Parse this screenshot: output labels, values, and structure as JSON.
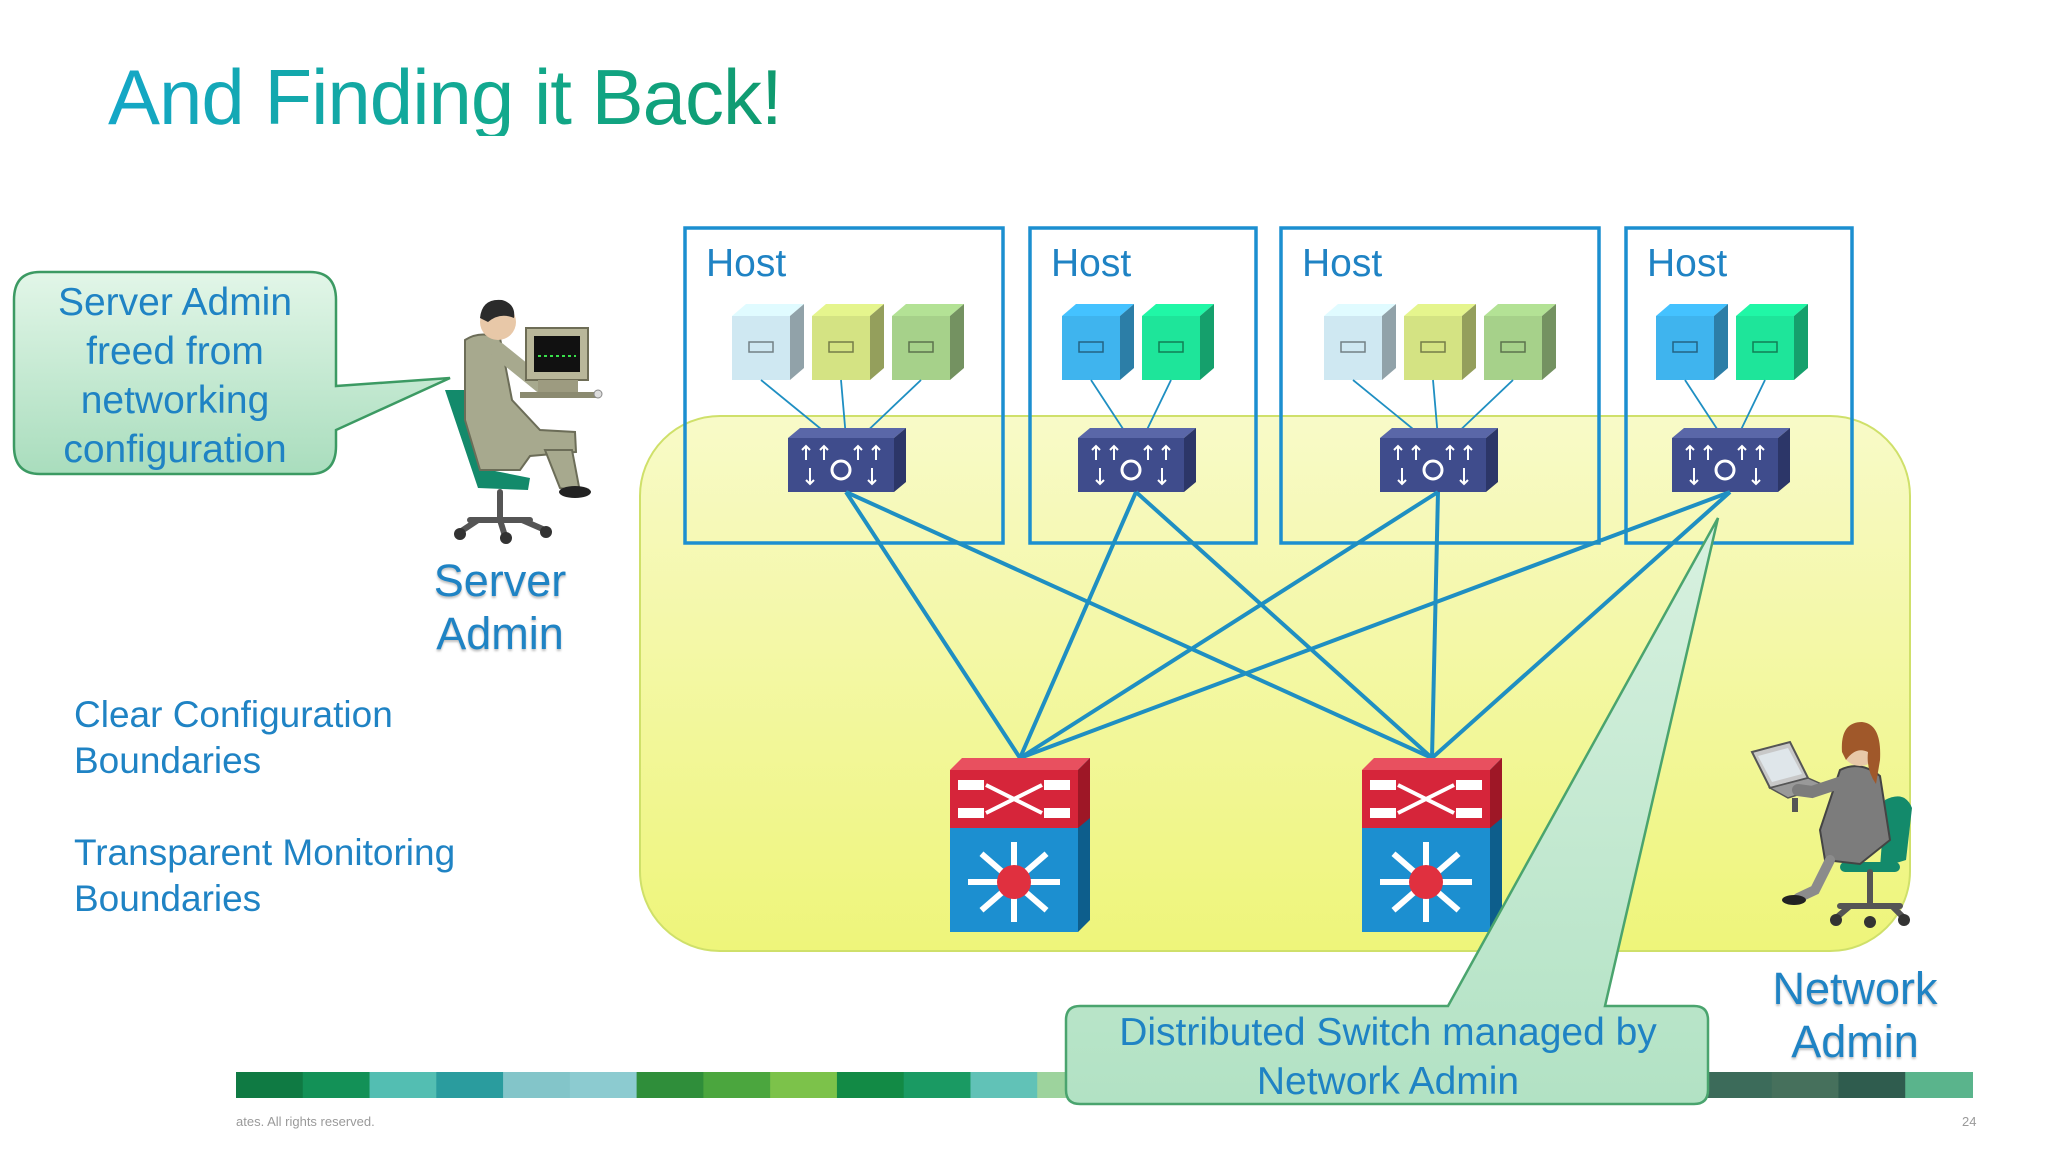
{
  "slide": {
    "title": "And Finding it Back!",
    "page_number": "24",
    "copyright": "ates. All rights reserved."
  },
  "server_callout": {
    "lines": [
      "Server Admin",
      "freed from",
      "networking",
      "configuration"
    ]
  },
  "server_admin_label": [
    "Server",
    "Admin"
  ],
  "network_admin_label": [
    "Network",
    "Admin"
  ],
  "bullets": [
    [
      "Clear Configuration",
      "Boundaries"
    ],
    [
      "Transparent Monitoring",
      "Boundaries"
    ]
  ],
  "hosts": [
    {
      "label": "Host",
      "vms": [
        "#cfe8f2",
        "#d4e383",
        "#a6d18a"
      ]
    },
    {
      "label": "Host",
      "vms": [
        "#3fb4ee",
        "#1ee59a"
      ]
    },
    {
      "label": "Host",
      "vms": [
        "#cfe8f2",
        "#d4e383",
        "#a6d18a"
      ]
    },
    {
      "label": "Host",
      "vms": [
        "#3fb4ee",
        "#1ee59a"
      ]
    }
  ],
  "switch_callout": {
    "lines": [
      "Distributed Switch managed by",
      "Network Admin"
    ]
  },
  "colors": {
    "link": "#1f8fc2",
    "host_border": "#1c8fd0",
    "zone_fill": "#f3f7b8",
    "callout_fill": "#c9ecd3",
    "vswitch": "#3f4c8c",
    "core_top": "#d6253a",
    "core_bottom": "#1c8fd0"
  }
}
